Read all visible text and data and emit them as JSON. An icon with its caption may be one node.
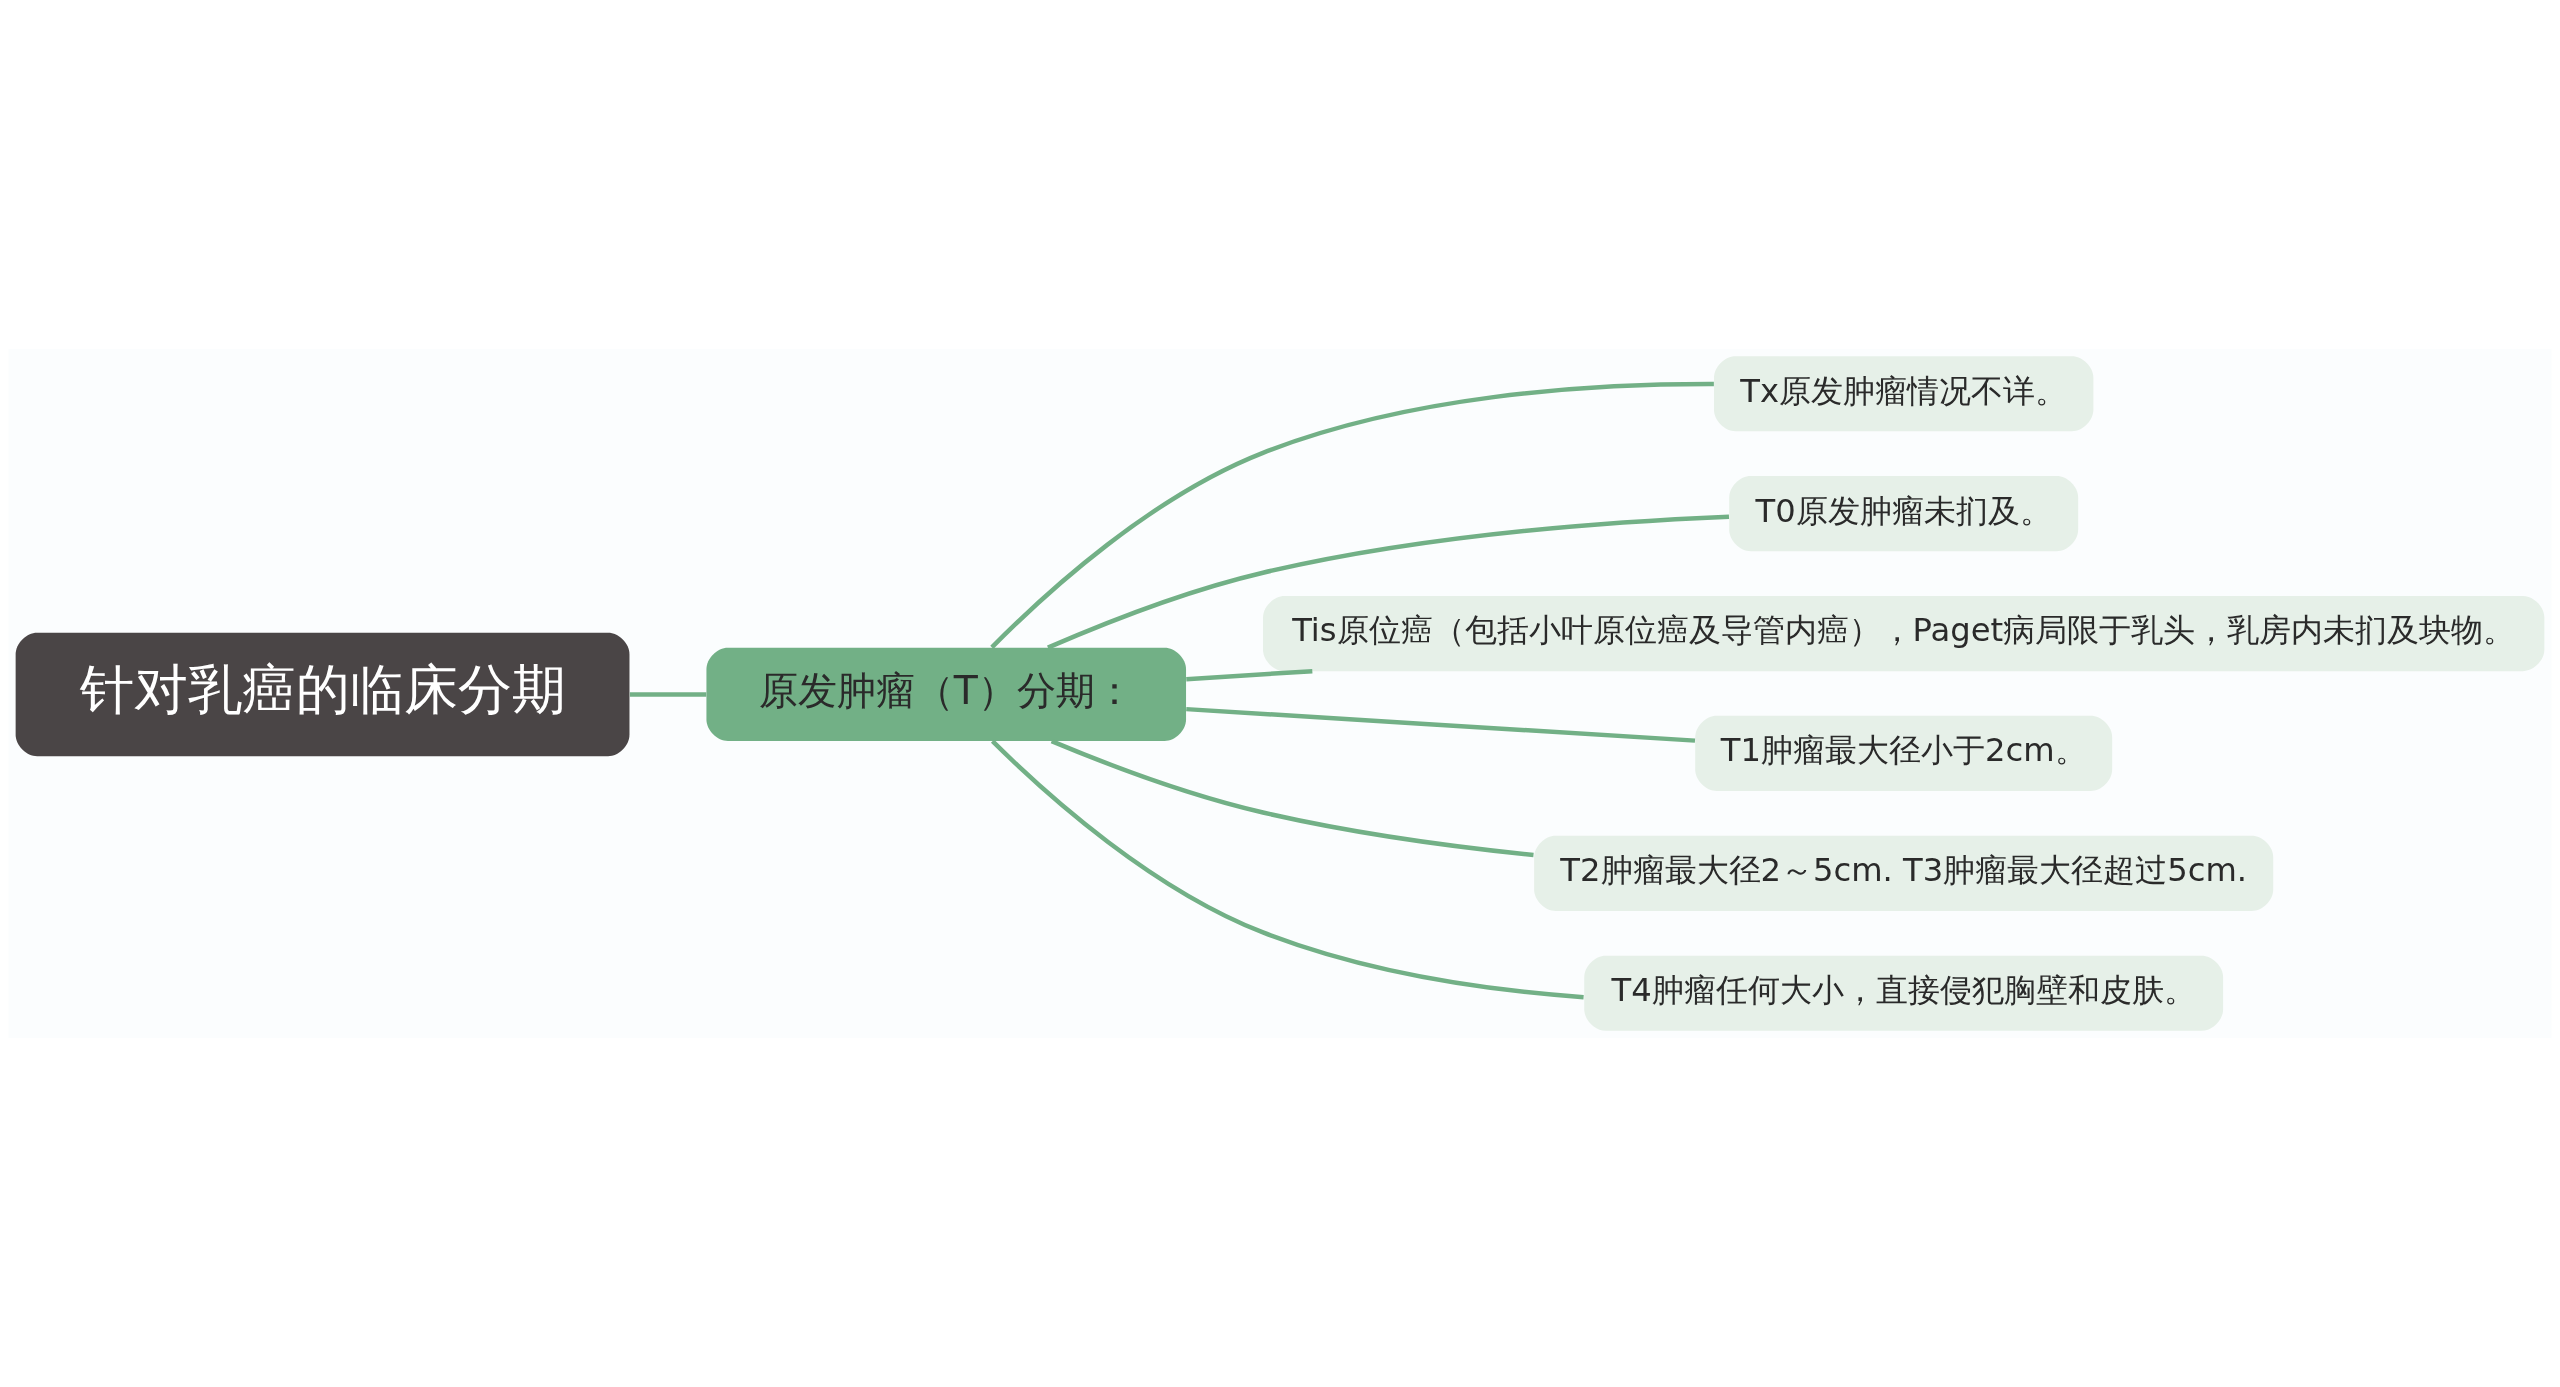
{
  "diagram": {
    "nodes": [
      {
        "text": [
          "针对乳癌的临床分期"
        ]
      },
      {
        "text": [
          "原发肿瘤（T）分期："
        ]
      },
      {
        "text": [
          "Tx原发肿瘤情况不详。"
        ]
      },
      {
        "text": [
          "T0原发肿瘤未扪及。"
        ]
      },
      {
        "text": [
          "Tis原位癌（包括小叶原位癌及导管内癌），Paget病局限于乳头，乳房内未扪及块物。"
        ]
      },
      {
        "text": [
          "T1肿瘤最大径小于2cm。"
        ]
      },
      {
        "text": [
          "T2肿瘤最大径2～5cm. T3肿瘤最大径超过5cm."
        ]
      },
      {
        "text": [
          "T4肿瘤任何大小，直接侵犯胸壁和皮肤。"
        ]
      }
    ],
    "edges": [
      {
        "from": 0,
        "to": 1,
        "arrow": "none"
      },
      {
        "from": 1,
        "to": 2,
        "arrow": "none"
      },
      {
        "from": 1,
        "to": 3,
        "arrow": "none"
      },
      {
        "from": 1,
        "to": 4,
        "arrow": "none"
      },
      {
        "from": 1,
        "to": 5,
        "arrow": "none"
      },
      {
        "from": 1,
        "to": 6,
        "arrow": "none"
      },
      {
        "from": 1,
        "to": 7,
        "arrow": "none"
      }
    ]
  }
}
